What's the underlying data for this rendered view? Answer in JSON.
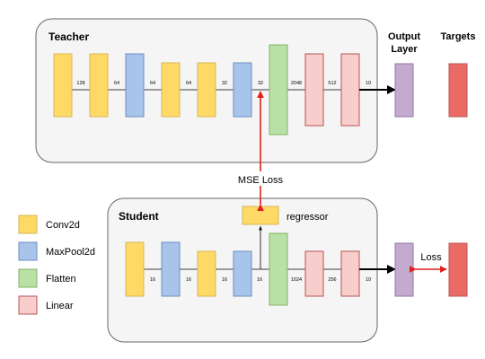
{
  "colors": {
    "conv": "#ffd966",
    "pool": "#a9c4eb",
    "flatten": "#b9e0a5",
    "linear": "#f8cecc",
    "output": "#c3abd0",
    "target": "#ea6b66",
    "arrow_red": "#e0201b",
    "box_fill": "#f5f5f5",
    "box_stroke": "#666666"
  },
  "teacher": {
    "title": "Teacher",
    "dims": [
      "128",
      "64",
      "64",
      "64",
      "32",
      "32",
      "2048",
      "512",
      "10"
    ]
  },
  "student": {
    "title": "Student",
    "dims": [
      "16",
      "16",
      "16",
      "16",
      "1024",
      "256",
      "10"
    ]
  },
  "headers": {
    "output_line1": "Output",
    "output_line2": "Layer",
    "targets": "Targets"
  },
  "labels": {
    "mse_loss": "MSE Loss",
    "regressor": "regressor",
    "loss": "Loss"
  },
  "legend": [
    {
      "name": "Conv2d",
      "color_key": "conv"
    },
    {
      "name": "MaxPool2d",
      "color_key": "pool"
    },
    {
      "name": "Flatten",
      "color_key": "flatten"
    },
    {
      "name": "Linear",
      "color_key": "linear"
    }
  ]
}
